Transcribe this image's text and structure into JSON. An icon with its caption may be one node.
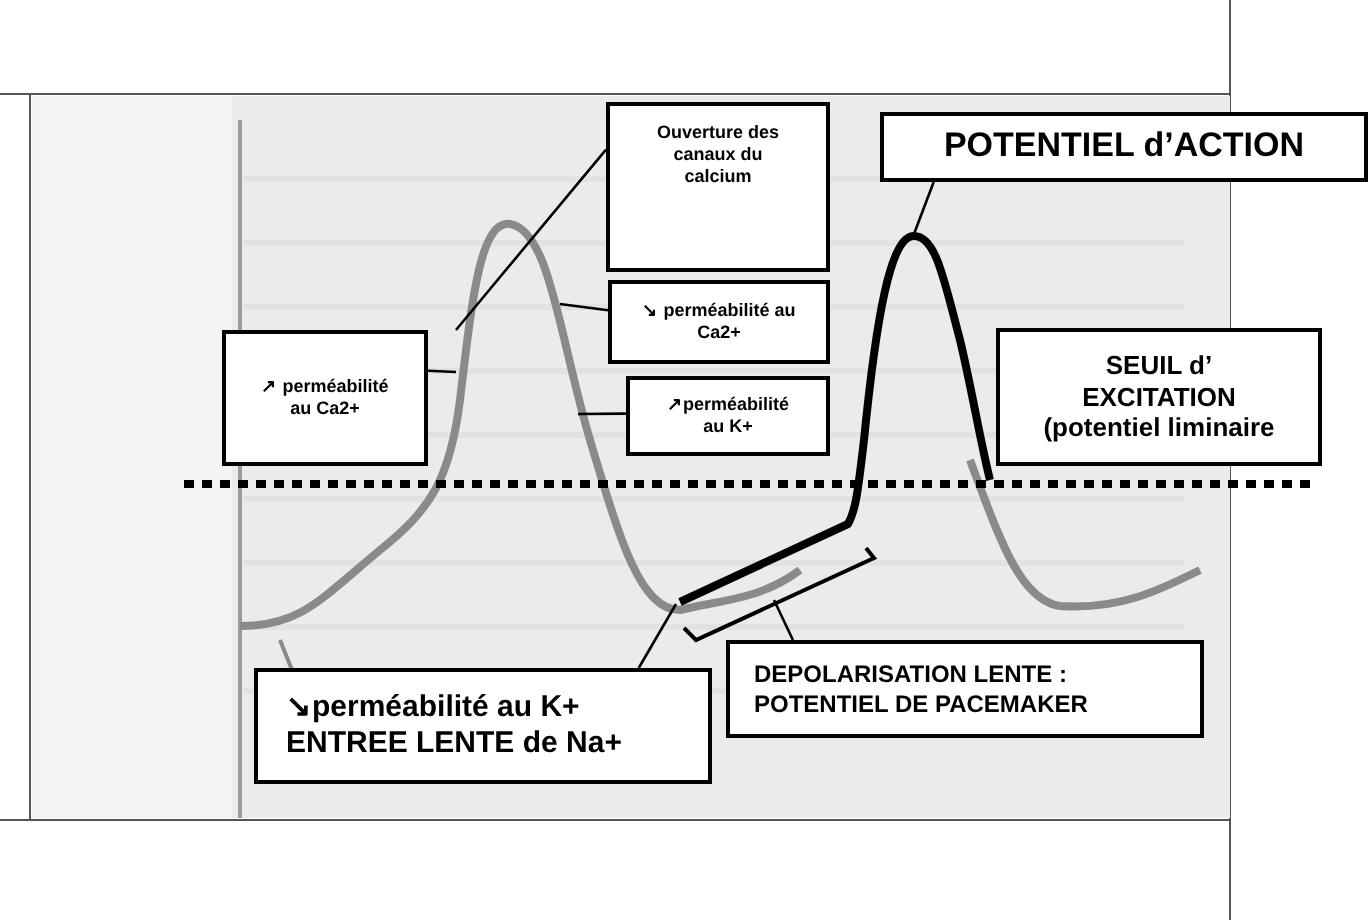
{
  "diagram": {
    "nodes": [
      {
        "text": [
          "Ouverture des canaux du calcium"
        ]
      },
      {
        "text": [
          "↘ perméabilité au Ca2+"
        ]
      },
      {
        "text": [
          "↗ perméabilité au Ca2+"
        ]
      },
      {
        "text": [
          "↗perméabilité au K+"
        ]
      },
      {
        "text": [
          "POTENTIEL d’ACTION"
        ]
      },
      {
        "text": [
          "SEUIL d’ EXCITATION (potentiel liminaire"
        ]
      },
      {
        "text": [
          "↘perméabilité au K+ ENTREE LENTE de Na+"
        ]
      },
      {
        "text": [
          "DEPOLARISATION LENTE : POTENTIEL DE PACEMAKER"
        ]
      },
      {
        "text": [],
        "shape": "curve"
      },
      {
        "text": [],
        "shape": "bracket"
      }
    ],
    "edges": [
      {
        "from": 0,
        "to": null,
        "arrow": "none"
      },
      {
        "from": 1,
        "to": null,
        "arrow": "none"
      },
      {
        "from": 2,
        "to": null,
        "arrow": "none"
      },
      {
        "from": 3,
        "to": null,
        "arrow": "none"
      },
      {
        "from": 4,
        "to": 8,
        "arrow": "none"
      },
      {
        "from": 6,
        "to": 8,
        "arrow": "none"
      },
      {
        "from": 7,
        "to": 9,
        "arrow": "none"
      }
    ]
  }
}
